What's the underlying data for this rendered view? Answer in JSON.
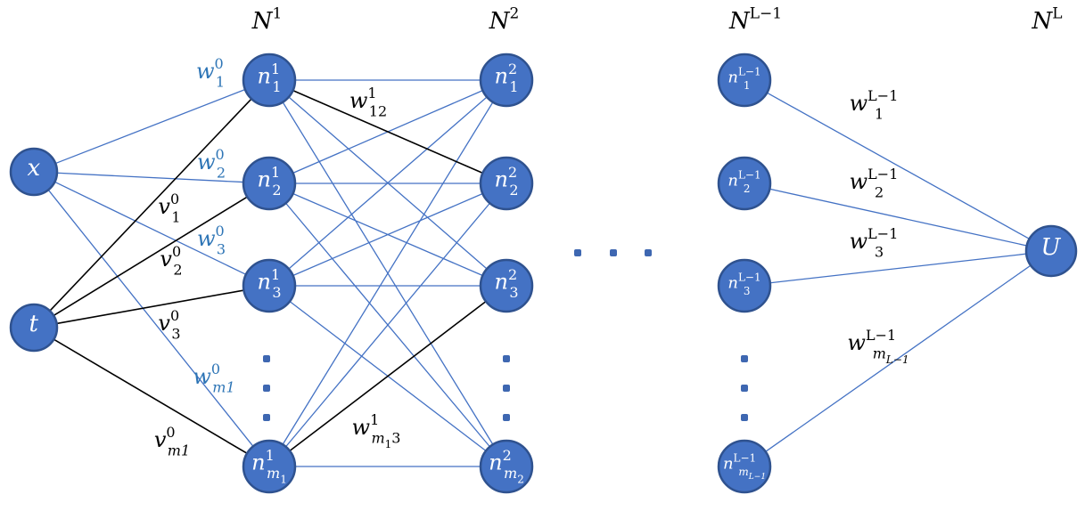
{
  "colors": {
    "node_fill": "#4472c4",
    "node_stroke": "#2f528f",
    "blue_edge": "#4472c4",
    "black_edge": "#000000",
    "blue_label": "#2e75b6",
    "black_label": "#000000",
    "dot": "#3e67b1"
  },
  "layers": {
    "n1": {
      "main": "N",
      "sup": "1"
    },
    "n2": {
      "main": "N",
      "sup": "2"
    },
    "nl1": {
      "main": "N",
      "sup": "L−1"
    },
    "nl": {
      "main": "N",
      "sup": "L"
    }
  },
  "nodes": {
    "x": {
      "main": "x"
    },
    "t": {
      "main": "t"
    },
    "n1_1": {
      "main": "n",
      "sup": "1",
      "sub": "1"
    },
    "n1_2": {
      "main": "n",
      "sup": "1",
      "sub": "2"
    },
    "n1_3": {
      "main": "n",
      "sup": "1",
      "sub": "3"
    },
    "n1_m": {
      "main": "n",
      "sup": "1",
      "sub": "m",
      "subsub": "1"
    },
    "n2_1": {
      "main": "n",
      "sup": "2",
      "sub": "1"
    },
    "n2_2": {
      "main": "n",
      "sup": "2",
      "sub": "2"
    },
    "n2_3": {
      "main": "n",
      "sup": "2",
      "sub": "3"
    },
    "n2_m": {
      "main": "n",
      "sup": "2",
      "sub": "m",
      "subsub": "2"
    },
    "nL_1": {
      "main": "n",
      "sup": "L−1",
      "sub": "1"
    },
    "nL_2": {
      "main": "n",
      "sup": "L−1",
      "sub": "2"
    },
    "nL_3": {
      "main": "n",
      "sup": "L−1",
      "sub": "3"
    },
    "nL_m": {
      "main": "n",
      "sup": "L−1",
      "sub": "m",
      "subsub": "L−1"
    },
    "u": {
      "main": "U"
    }
  },
  "weights": {
    "w1_0": {
      "main": "w",
      "sup": "0",
      "sub": "1"
    },
    "w2_0": {
      "main": "w",
      "sup": "0",
      "sub": "2"
    },
    "w3_0": {
      "main": "w",
      "sup": "0",
      "sub": "3"
    },
    "wm1_0": {
      "main": "w",
      "sup": "0",
      "sub": "m1"
    },
    "v1_0": {
      "main": "v",
      "sup": "0",
      "sub": "1"
    },
    "v2_0": {
      "main": "v",
      "sup": "0",
      "sub": "2"
    },
    "v3_0": {
      "main": "v",
      "sup": "0",
      "sub": "3"
    },
    "vm1_0": {
      "main": "v",
      "sup": "0",
      "sub": "m1"
    },
    "w12_1": {
      "main": "w",
      "sup": "1",
      "sub": "12"
    },
    "wm13_1": {
      "main": "w",
      "sup": "1",
      "sub": "m",
      "subsub": "1",
      "sub2": "3"
    },
    "w1_L1": {
      "main": "w",
      "sup": "L−1",
      "sub": "1"
    },
    "w2_L1": {
      "main": "w",
      "sup": "L−1",
      "sub": "2"
    },
    "w3_L1": {
      "main": "w",
      "sup": "L−1",
      "sub": "3"
    },
    "wm_L1": {
      "main": "w",
      "sup": "L−1",
      "sub": "m",
      "subsub": "L−1"
    }
  }
}
